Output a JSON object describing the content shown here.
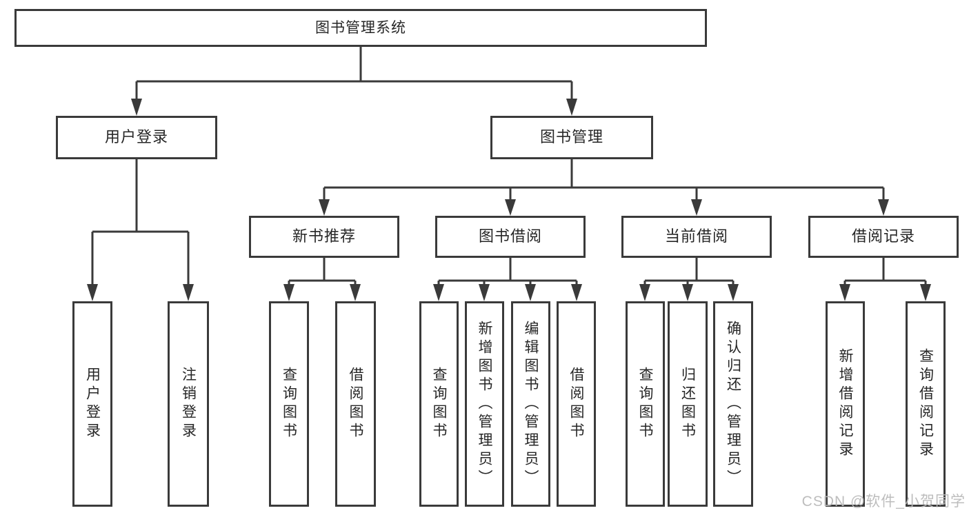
{
  "tree": {
    "root": "图书管理系统",
    "branches": [
      {
        "label": "用户登录",
        "children": [
          "用户登录",
          "注销登录"
        ]
      },
      {
        "label": "图书管理",
        "sections": [
          {
            "label": "新书推荐",
            "children": [
              "查询图书",
              "借阅图书"
            ]
          },
          {
            "label": "图书借阅",
            "children": [
              "查询图书",
              "新增图书（管理员）",
              "编辑图书（管理员）",
              "借阅图书"
            ]
          },
          {
            "label": "当前借阅",
            "children": [
              "查询图书",
              "归还图书",
              "确认归还（管理员）"
            ]
          },
          {
            "label": "借阅记录",
            "children": [
              "新增借阅记录",
              "查询借阅记录"
            ]
          }
        ]
      }
    ]
  },
  "watermark": "CSDN @软件_小贺同学",
  "colors": {
    "line": "#3a3a3a",
    "box_border": "#3a3a3a",
    "text": "#262626",
    "watermark": "#b9b9b9",
    "background": "#ffffff"
  }
}
